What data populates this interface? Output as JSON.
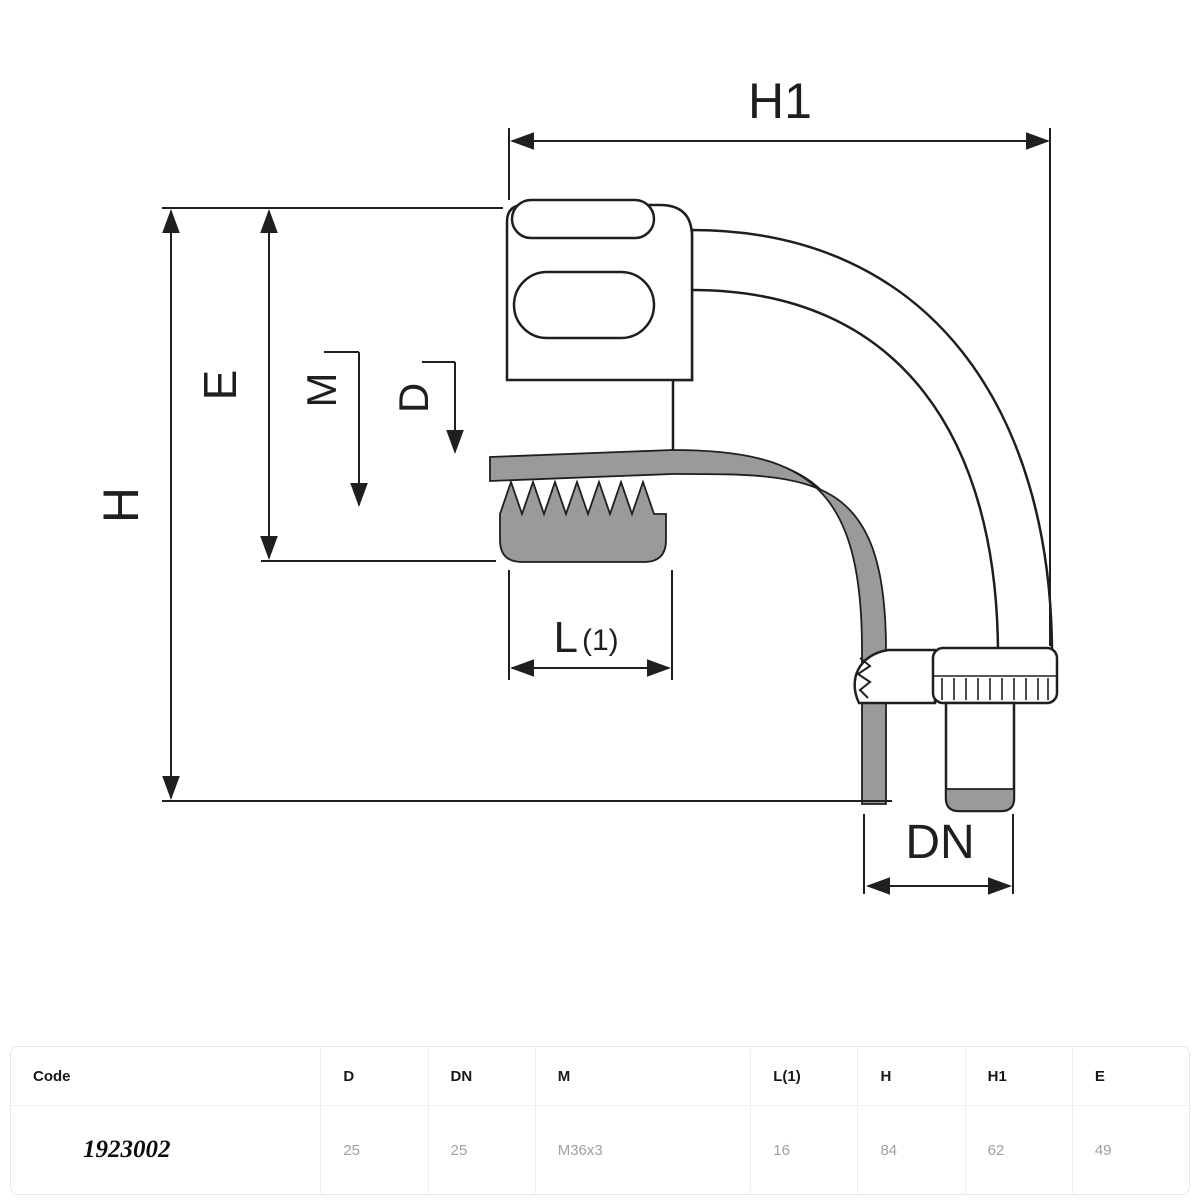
{
  "drawing": {
    "dims": {
      "h1": "H1",
      "h": "H",
      "e": "E",
      "m": "M",
      "d": "D",
      "l": "L",
      "l_sub": "(1)",
      "dn": "DN"
    }
  },
  "table": {
    "headers": [
      "Code",
      "D",
      "DN",
      "M",
      "L(1)",
      "H",
      "H1",
      "E"
    ],
    "row": [
      "1923002",
      "25",
      "25",
      "M36x3",
      "16",
      "84",
      "62",
      "49"
    ]
  },
  "colors": {
    "line": "#1f1f1f",
    "conduit_gray": "#9a9a9a",
    "table_border": "#e7e9ec",
    "muted_text": "#9aa1a8"
  }
}
